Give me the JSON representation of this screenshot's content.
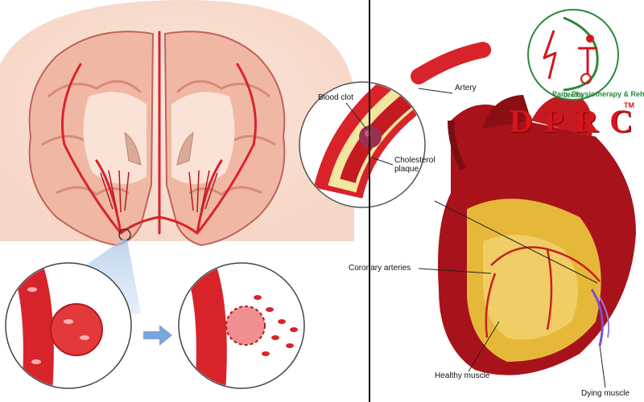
{
  "labels": {
    "artery": "Artery",
    "blood_clot": "Blood clot",
    "cholesterol_plaque_line1": "Cholesterol",
    "cholesterol_plaque_line2": "plaque",
    "coronary_arteries": "Coronary arteries",
    "healthy_muscle": "Healthy muscle",
    "dying_muscle": "Dying muscle"
  },
  "logo": {
    "letters": "DPRC",
    "trademark": "TM",
    "arc_text": "Pain, Physiotherapy & Rehabilitation Centre",
    "city": "Dhaka"
  },
  "colors": {
    "artery_red": "#d8232a",
    "brain_pink": "#f4c4b0",
    "heart_dark": "#a8121a",
    "heart_yellow": "#e6b83a",
    "logo_red": "#d8141c",
    "logo_green": "#2a8a3a",
    "arrow_blue": "#7aa6d8"
  }
}
